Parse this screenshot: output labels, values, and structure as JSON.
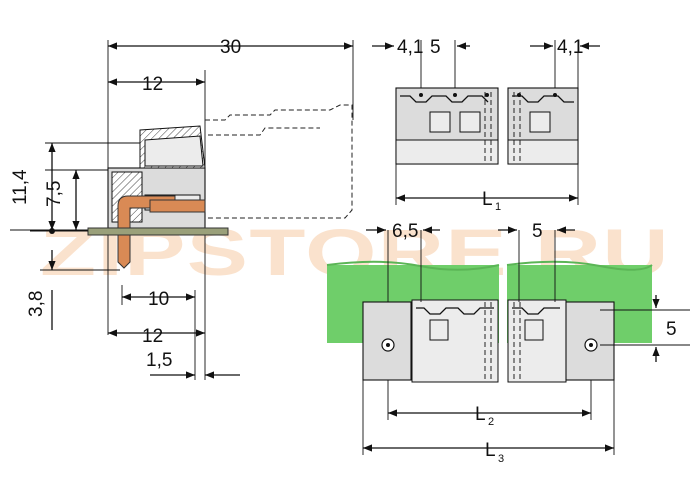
{
  "watermark": "ZIPSTORE.RU",
  "colors": {
    "board": "#6fce6a",
    "pin": "#d98a55",
    "part": "#dcdcdc",
    "watermark": "#f2a766"
  },
  "dimensions": {
    "overall_length": "30",
    "body_depth_top": "12",
    "height_total": "11,4",
    "height_mid": "7,5",
    "pin_below": "3,8",
    "pin_length": "10",
    "body_depth_bottom": "12",
    "board_thickness": "1,5",
    "pitch_edge_top": "4,1",
    "pitch_top": "5",
    "pitch_edge_right": "4,1",
    "length_1": "L",
    "length_1_sub": "1",
    "flange_offset": "6,5",
    "pitch_bottom": "5",
    "flange_pitch": "5",
    "length_2": "L",
    "length_2_sub": "2",
    "length_3": "L",
    "length_3_sub": "3"
  }
}
